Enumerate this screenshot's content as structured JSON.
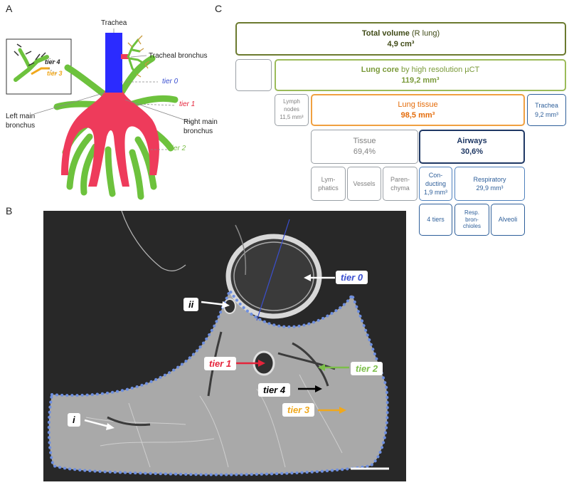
{
  "panels": {
    "a": "A",
    "b": "B",
    "c": "C"
  },
  "panel_a": {
    "trachea": "Trachea",
    "tracheal_bronchus": "Tracheal bronchus",
    "tier0": "tier 0",
    "tier1": "tier 1",
    "tier2": "tier 2",
    "tier3": "tier 3",
    "tier4": "tier 4",
    "left_main_line1": "Left main",
    "left_main_line2": "bronchus",
    "right_main_line1": "Right main",
    "right_main_line2": "bronchus"
  },
  "panel_b": {
    "tier0": "tier 0",
    "tier1": "tier 1",
    "tier2": "tier 2",
    "tier3": "tier 3",
    "tier4": "tier 4",
    "i": "i",
    "ii": "ii"
  },
  "panel_c": {
    "total_volume_bold": "Total volume",
    "total_volume_suffix": " (R lung)",
    "total_volume_value": "4,9 cm³",
    "lung_core_bold": "Lung core",
    "lung_core_suffix": " by high resolution µCT",
    "lung_core_value": "119,2 mm³",
    "lymph_line1": "Lymph",
    "lymph_line2": "nodes",
    "lymph_value": "11,5 mm³",
    "lung_tissue": "Lung tissue",
    "lung_tissue_value": "98,5 mm³",
    "trachea": "Trachea",
    "trachea_value": "9,2 mm³",
    "tissue": "Tissue",
    "tissue_value": "69,4%",
    "airways": "Airways",
    "airways_value": "30,6%",
    "lymphatics_line1": "Lym-",
    "lymphatics_line2": "phatics",
    "vessels": "Vessels",
    "parenchyma_line1": "Paren-",
    "parenchyma_line2": "chyma",
    "conducting_line1": "Con-",
    "conducting_line2": "ducting",
    "conducting_value": "1,9 mm³",
    "respiratory": "Respiratory",
    "respiratory_value": "29,9 mm³",
    "four_tiers": "4 tiers",
    "resp_bronch_line1": "Resp.",
    "resp_bronch_line2": "bron-",
    "resp_bronch_line3": "chioles",
    "alveoli": "Alveoli"
  },
  "colors": {
    "trachea_blue": "#2b2bff",
    "bronchus_red": "#ee3b5b",
    "branch_green": "#6dc23d",
    "tier4_twig": "#c79a3c",
    "tier0_text": "#3a4fd0",
    "tier1_text": "#e5243b",
    "tier2_text": "#7cbf4a",
    "tier3_text": "#f0a81c",
    "outline_dots": "#6e8fe0"
  }
}
